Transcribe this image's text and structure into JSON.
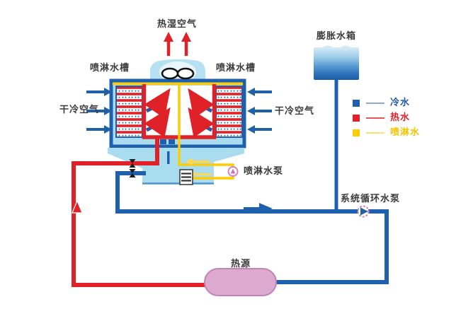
{
  "diagram": {
    "labels": {
      "hot_humid_air": "热湿空气",
      "spray_trough_left": "喷淋水槽",
      "spray_trough_right": "喷淋水槽",
      "dry_cold_air_left": "干冷空气",
      "dry_cold_air_right": "干冷空气",
      "expansion_tank": "膨胀水箱",
      "spray_pump": "喷淋水泵",
      "system_circulation_pump": "系统循环水泵",
      "heat_source": "热源"
    },
    "legend": {
      "items": [
        {
          "label": "冷水",
          "swatch_color": "#1e5fae",
          "line_color": "#90a8d8",
          "text_color": "#2456a6"
        },
        {
          "label": "热水",
          "swatch_color": "#e02228",
          "line_color": "#e4555c",
          "text_color": "#e02228"
        },
        {
          "label": "喷淋水",
          "swatch_color": "#ffcc00",
          "line_color": "#ffe070",
          "text_color": "#f5c400"
        }
      ]
    },
    "colors": {
      "cold_water_pipe": "#1e5fae",
      "hot_water_pipe": "#e02228",
      "spray_water_pipe": "#ffcc00",
      "tower_fill": "#aadcf0",
      "tower_frame": "#1e5fae",
      "fan_housing_fill": "#b5e1f2",
      "heat_source_fill": "#dcaace",
      "heat_source_border": "#c184b4",
      "pump_outline": "#d683b8",
      "air_arrow_blue": "#2060a8",
      "air_arrow_red": "#e02228"
    }
  }
}
